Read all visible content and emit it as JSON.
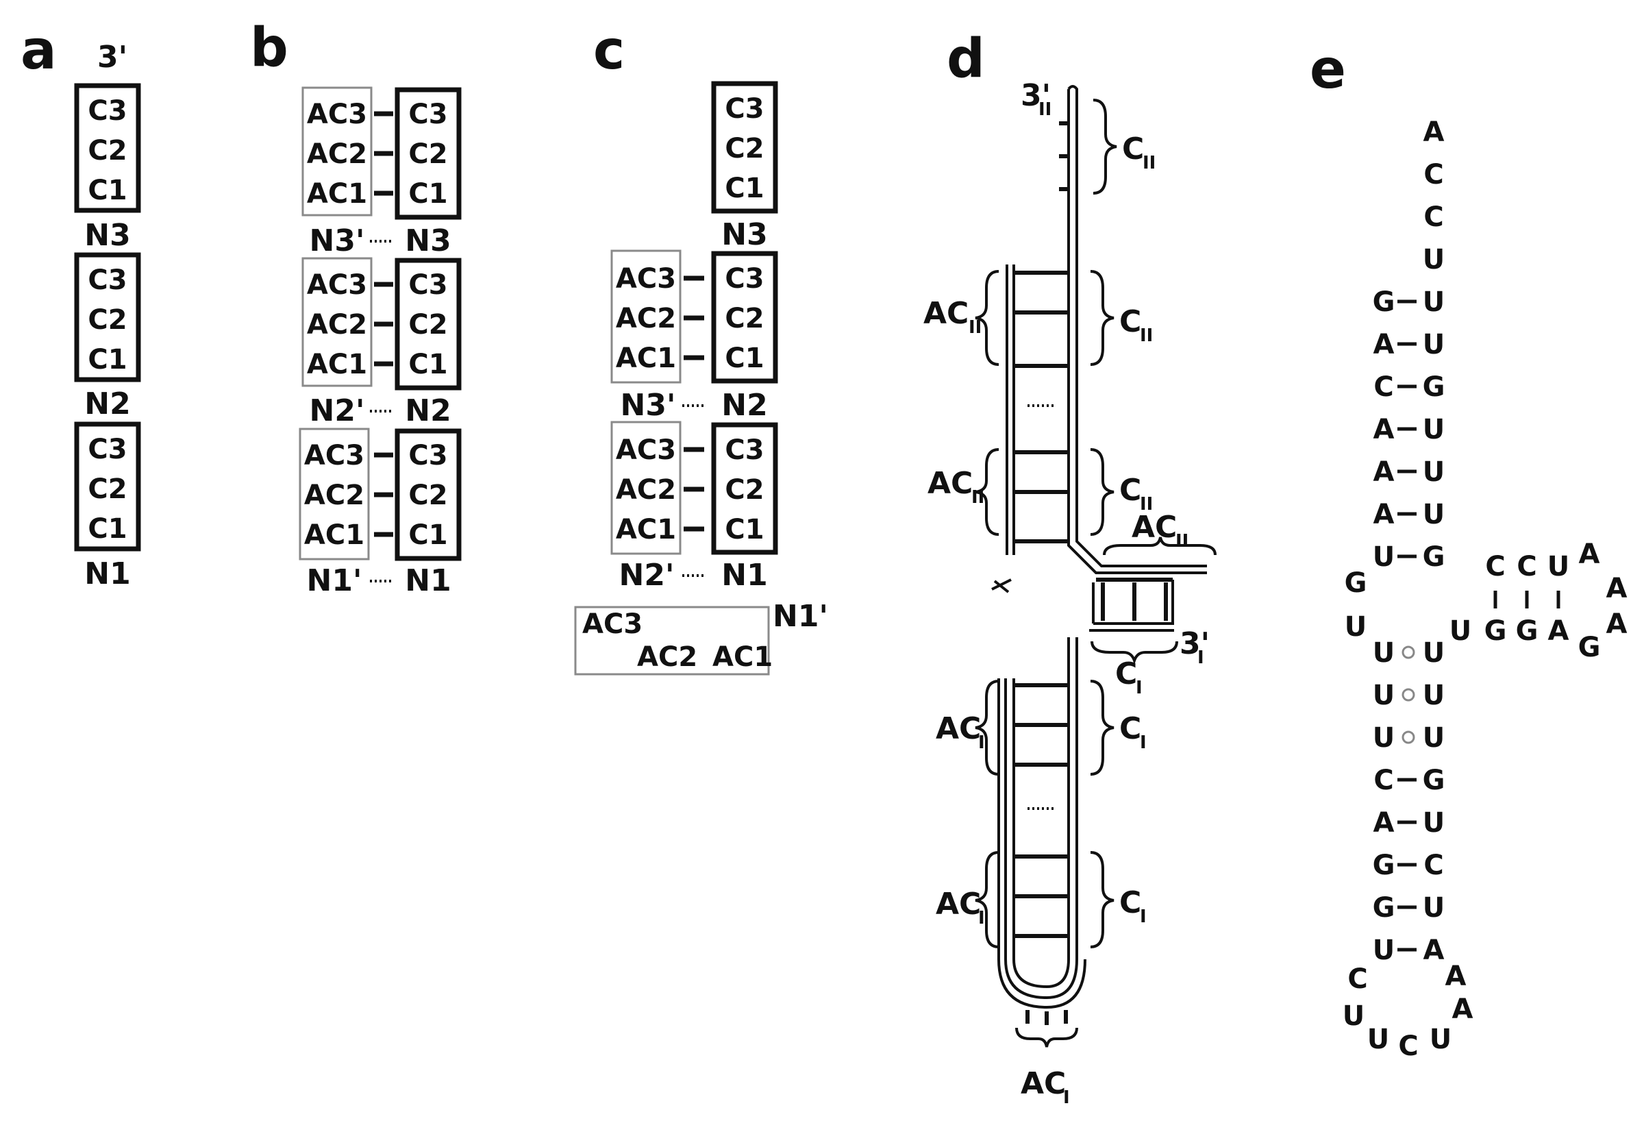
{
  "panels": {
    "a": {
      "label": "a",
      "prime3": "3'",
      "boxes": [
        [
          "C3",
          "C2",
          "C1"
        ],
        [
          "C3",
          "C2",
          "C1"
        ],
        [
          "C3",
          "C2",
          "C1"
        ]
      ],
      "n_labels": [
        "N3",
        "N2",
        "N1"
      ]
    },
    "b": {
      "label": "b",
      "ac_boxes": [
        [
          "AC3",
          "AC2",
          "AC1"
        ],
        [
          "AC3",
          "AC2",
          "AC1"
        ],
        [
          "AC3",
          "AC2",
          "AC1"
        ]
      ],
      "c_boxes": [
        [
          "C3",
          "C2",
          "C1"
        ],
        [
          "C3",
          "C2",
          "C1"
        ],
        [
          "C3",
          "C2",
          "C1"
        ]
      ],
      "n_pairs": [
        [
          "N3'",
          "N3"
        ],
        [
          "N2'",
          "N2"
        ],
        [
          "N1'",
          "N1"
        ]
      ]
    },
    "c": {
      "label": "c",
      "c_boxes": [
        [
          "C3",
          "C2",
          "C1"
        ],
        [
          "C3",
          "C2",
          "C1"
        ],
        [
          "C3",
          "C2",
          "C1"
        ]
      ],
      "ac_boxes": [
        [
          "AC3",
          "AC2",
          "AC1"
        ],
        [
          "AC3",
          "AC2",
          "AC1"
        ]
      ],
      "n_top": "N3",
      "n_pairs": [
        [
          "N3'",
          "N2"
        ],
        [
          "N2'",
          "N1"
        ]
      ],
      "open_box": [
        "AC3",
        "AC2",
        "AC1"
      ],
      "n_open": "N1'"
    },
    "d": {
      "label": "d",
      "prime3_top": "3'",
      "prime3_top_sub": "II",
      "prime3_mid": "3'",
      "prime3_mid_sub": "I",
      "braces": [
        {
          "text": "C",
          "sub": "II"
        },
        {
          "text": "C",
          "sub": "II"
        },
        {
          "text": "C",
          "sub": "II"
        },
        {
          "text": "AC",
          "sub": "II"
        },
        {
          "text": "AC",
          "sub": "II"
        },
        {
          "text": "AC",
          "sub": "II"
        },
        {
          "text": "C",
          "sub": "I"
        },
        {
          "text": "C",
          "sub": "I"
        },
        {
          "text": "C",
          "sub": "I"
        },
        {
          "text": "AC",
          "sub": "I"
        },
        {
          "text": "AC",
          "sub": "I"
        },
        {
          "text": "AC",
          "sub": "I"
        }
      ]
    },
    "e": {
      "label": "e",
      "tail": [
        "A",
        "C",
        "C",
        "U"
      ],
      "stem1": [
        [
          "G",
          "U"
        ],
        [
          "A",
          "U"
        ],
        [
          "C",
          "G"
        ],
        [
          "A",
          "U"
        ],
        [
          "A",
          "U"
        ],
        [
          "A",
          "U"
        ],
        [
          "U",
          "G"
        ]
      ],
      "left_bulge": [
        "G",
        "U"
      ],
      "stem2_gu": [
        [
          "U",
          "U"
        ],
        [
          "U",
          "U"
        ],
        [
          "U",
          "U"
        ]
      ],
      "stem3": [
        [
          "C",
          "G"
        ],
        [
          "A",
          "U"
        ],
        [
          "G",
          "C"
        ],
        [
          "G",
          "U"
        ],
        [
          "U",
          "A"
        ]
      ],
      "loop": [
        "C",
        "U",
        "U",
        "C",
        "U",
        "A",
        "A"
      ],
      "hairpin_top": [
        "C",
        "C",
        "U"
      ],
      "hairpin_bottom": [
        "G",
        "G",
        "A"
      ],
      "hairpin_loop": [
        "A",
        "A",
        "A",
        "G"
      ],
      "junction_u": "U"
    }
  }
}
